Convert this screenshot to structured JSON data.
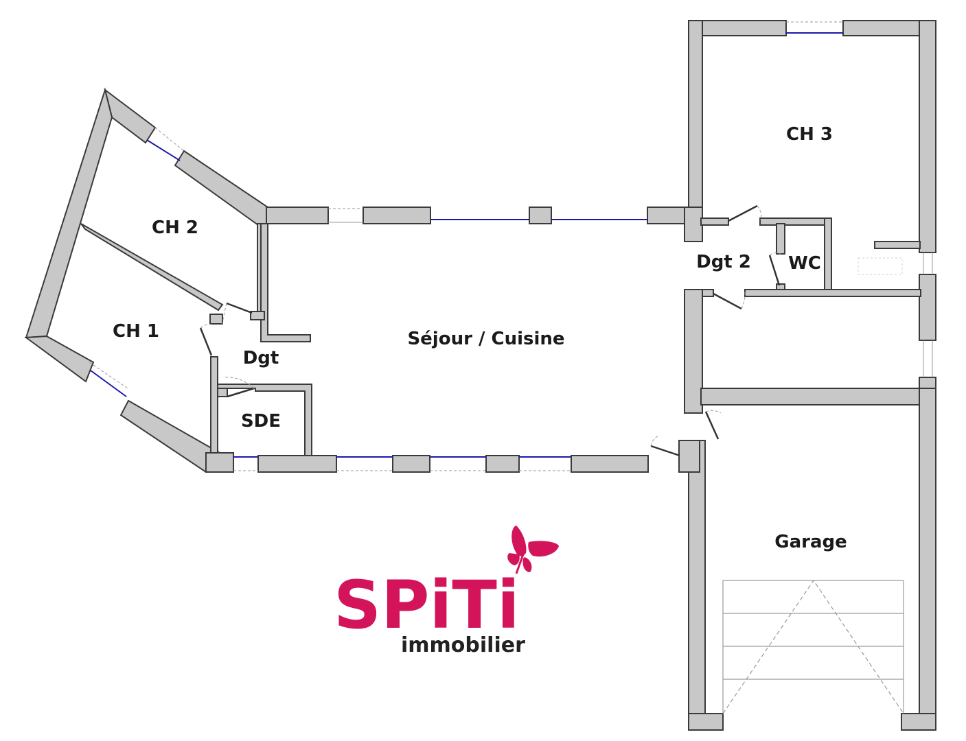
{
  "rooms": {
    "ch2": "CH 2",
    "ch1": "CH 1",
    "ch3": "CH 3",
    "dgt": "Dgt",
    "dgt2": "Dgt 2",
    "wc": "WC",
    "sde": "SDE",
    "sejour": "Séjour / Cuisine",
    "garage": "Garage"
  },
  "logo": {
    "brand": "SPiTi",
    "tagline": "immobilier",
    "brand_color": "#d4145a",
    "icon": "butterfly-icon"
  },
  "colors": {
    "wall": "#c8c8c8",
    "window_glass": "#1a1aa8"
  }
}
